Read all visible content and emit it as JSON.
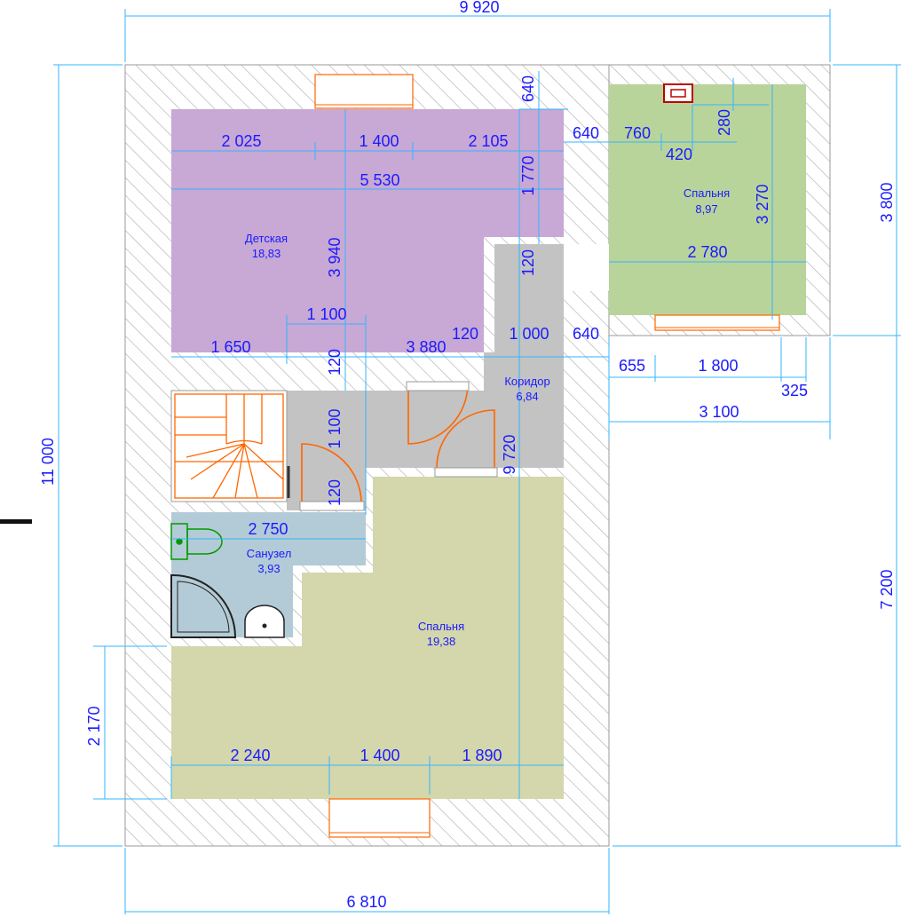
{
  "rooms": {
    "detskaya": {
      "name": "Детская",
      "area": "18,83",
      "color": "#c8a8d4"
    },
    "bedroom_ne": {
      "name": "Спальня",
      "area": "8,97",
      "color": "#b8d49a"
    },
    "koridor": {
      "name": "Коридор",
      "area": "6,84",
      "color": "#c3c3c3"
    },
    "sanuzel": {
      "name": "Санузел",
      "area": "3,93",
      "color": "#b3cbd6"
    },
    "bedroom_s": {
      "name": "Спальня",
      "area": "19,38",
      "color": "#d4d6ac"
    }
  },
  "dimensions": {
    "total_width": "9 920",
    "total_height": "11 000",
    "bottom_width": "6 810",
    "right_top": "3 800",
    "right_bottom": "7 200",
    "left_lower": "2 170",
    "d2025": "2 025",
    "d1400_top": "1 400",
    "d2105": "2 105",
    "d5530": "5 530",
    "d640_top": "640",
    "d1770": "1 770",
    "d640_mid": "640",
    "d760": "760",
    "d420": "420",
    "d280": "280",
    "d3270": "3 270",
    "d2780": "2 780",
    "d3940": "3 940",
    "d120_a": "120",
    "d1100_h": "1 100",
    "d1650": "1 650",
    "d3880": "3 880",
    "d120_b": "120",
    "d1000": "1 000",
    "d640_low": "640",
    "d120_c": "120",
    "d655": "655",
    "d1800": "1 800",
    "d325": "325",
    "d3100": "3 100",
    "d1100_v": "1 100",
    "d120_d": "120",
    "d9720": "9 720",
    "d2750": "2 750",
    "d2240": "2 240",
    "d1400_bot": "1 400",
    "d1890": "1 890"
  },
  "colors": {
    "dimension_text": "#1a1aff",
    "dimension_line": "#33b5ff",
    "fixtures": "#ff6600",
    "wall_hatch": "#9a9a9a"
  }
}
